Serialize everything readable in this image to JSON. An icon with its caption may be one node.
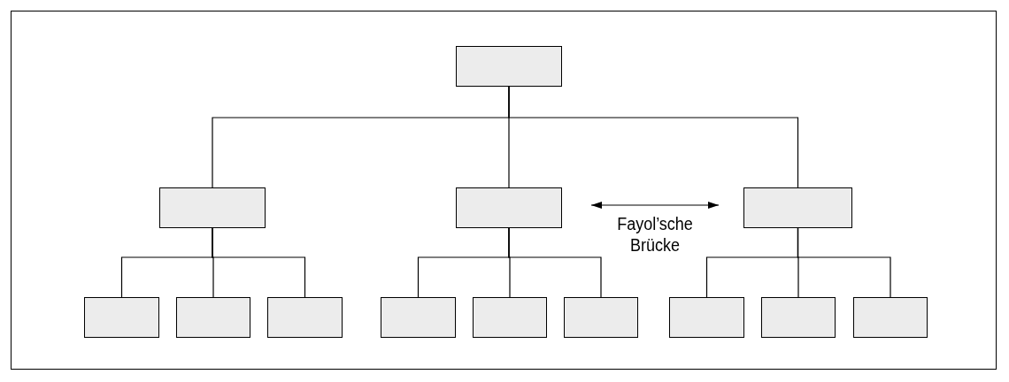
{
  "diagram": {
    "nodes": [
      {
        "text": [],
        "shape": "box"
      },
      {
        "text": [],
        "shape": "box"
      },
      {
        "text": [],
        "shape": "box"
      },
      {
        "text": [],
        "shape": "box"
      },
      {
        "text": [],
        "shape": "box"
      },
      {
        "text": [],
        "shape": "box"
      },
      {
        "text": [],
        "shape": "box"
      },
      {
        "text": [],
        "shape": "box"
      },
      {
        "text": [],
        "shape": "box"
      },
      {
        "text": [],
        "shape": "box"
      },
      {
        "text": [],
        "shape": "box"
      },
      {
        "text": [],
        "shape": "box"
      },
      {
        "text": [],
        "shape": "box"
      }
    ],
    "edges": [
      {
        "from": 0,
        "to": 1,
        "arrow": "none"
      },
      {
        "from": 0,
        "to": 2,
        "arrow": "none"
      },
      {
        "from": 0,
        "to": 3,
        "arrow": "none"
      },
      {
        "from": 1,
        "to": 4,
        "arrow": "none"
      },
      {
        "from": 1,
        "to": 5,
        "arrow": "none"
      },
      {
        "from": 1,
        "to": 6,
        "arrow": "none"
      },
      {
        "from": 2,
        "to": 7,
        "arrow": "none"
      },
      {
        "from": 2,
        "to": 8,
        "arrow": "none"
      },
      {
        "from": 2,
        "to": 9,
        "arrow": "none"
      },
      {
        "from": 3,
        "to": 10,
        "arrow": "none"
      },
      {
        "from": 3,
        "to": 11,
        "arrow": "none"
      },
      {
        "from": 3,
        "to": 12,
        "arrow": "none"
      },
      {
        "from": 2,
        "to": 3,
        "arrow": "both",
        "label": "Fayol’sche Brücke"
      }
    ]
  }
}
